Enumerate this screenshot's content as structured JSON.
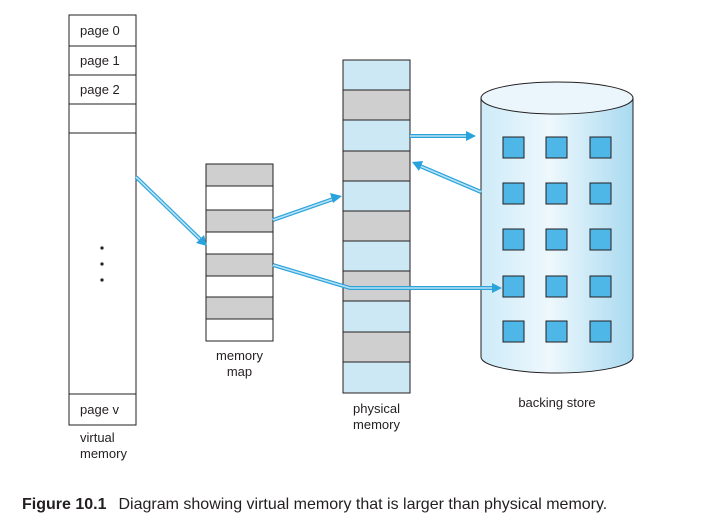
{
  "virtual_memory": {
    "pages": [
      "page 0",
      "page 1",
      "page 2"
    ],
    "ellipsis": "•\n•\n•",
    "last_page": "page v",
    "label_line1": "virtual",
    "label_line2": "memory"
  },
  "memory_map": {
    "label_line1": "memory",
    "label_line2": "map"
  },
  "physical_memory": {
    "label_line1": "physical",
    "label_line2": "memory"
  },
  "backing_store": {
    "label": "backing store"
  },
  "caption": {
    "figure": "Figure 10.1",
    "text": "Diagram showing virtual memory that is larger than physical memory."
  },
  "colors": {
    "memory_fill": "#cde8f5",
    "block_gray": "#cfcfd0",
    "slot_blue": "#4fb7e8",
    "arrow_blue": "#2aa3dc",
    "arrow_light": "#b9e2f4",
    "cylinder_light": "#eaf6fc",
    "cylinder_mid": "#b8e0f3"
  }
}
